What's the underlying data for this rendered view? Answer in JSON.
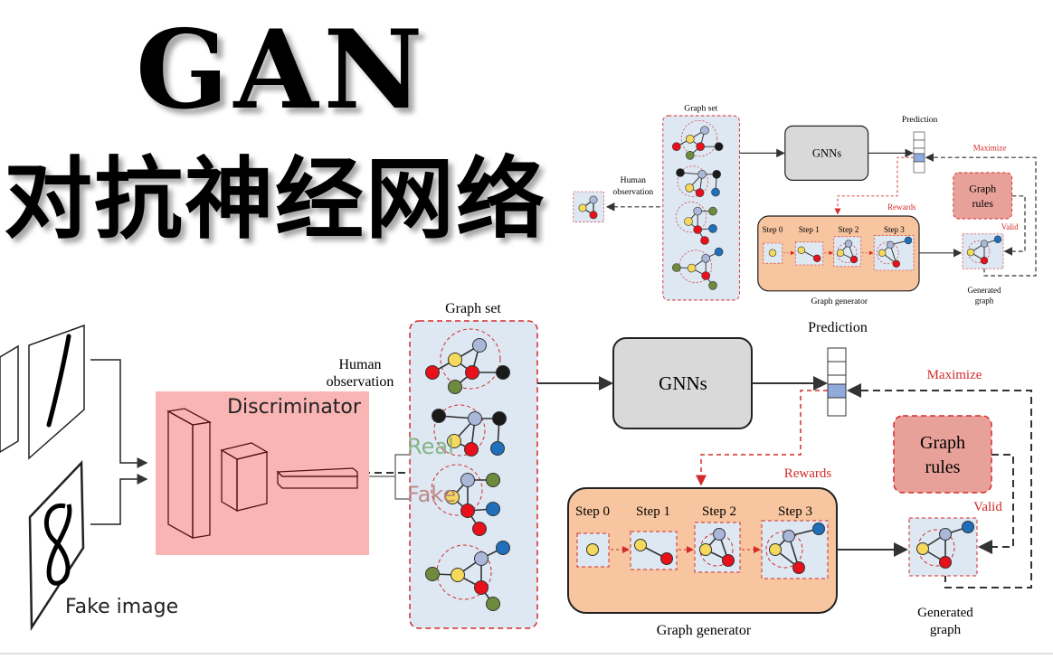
{
  "header": {
    "title": "GAN",
    "subtitle": "对抗神经网络"
  },
  "gan_diagram": {
    "discriminator_label": "Discriminator",
    "real_label": "Real",
    "fake_label": "Fake",
    "fake_image_label": "Fake image",
    "colors": {
      "discriminator_fill": "#f9b4b4",
      "real": "#7fae7c",
      "fake": "#b8807c"
    }
  },
  "graph_diagram": {
    "graph_set_label": "Graph set",
    "human_observation_line1": "Human",
    "human_observation_line2": "observation",
    "gnns_label": "GNNs",
    "prediction_label": "Prediction",
    "maximize_label": "Maximize",
    "rewards_label": "Rewards",
    "graph_rules_line1": "Graph",
    "graph_rules_line2": "rules",
    "valid_label": "Valid",
    "steps": [
      "Step 0",
      "Step 1",
      "Step 2",
      "Step 3"
    ],
    "graph_generator_label": "Graph generator",
    "generated_graph_line1": "Generated",
    "generated_graph_line2": "graph",
    "colors": {
      "graph_set_fill": "#dde8f3",
      "gnns_fill": "#d9d9d9",
      "generator_fill": "#f7c59f",
      "rules_fill": "#e8a199",
      "accent_red": "#d42a2a",
      "node_yellow": "#f4d95c",
      "node_lightblue": "#a9b8d8",
      "node_red": "#e8101a",
      "node_black": "#1a1a1a",
      "node_blue": "#1f6fba",
      "node_green": "#6e8b3d"
    }
  }
}
